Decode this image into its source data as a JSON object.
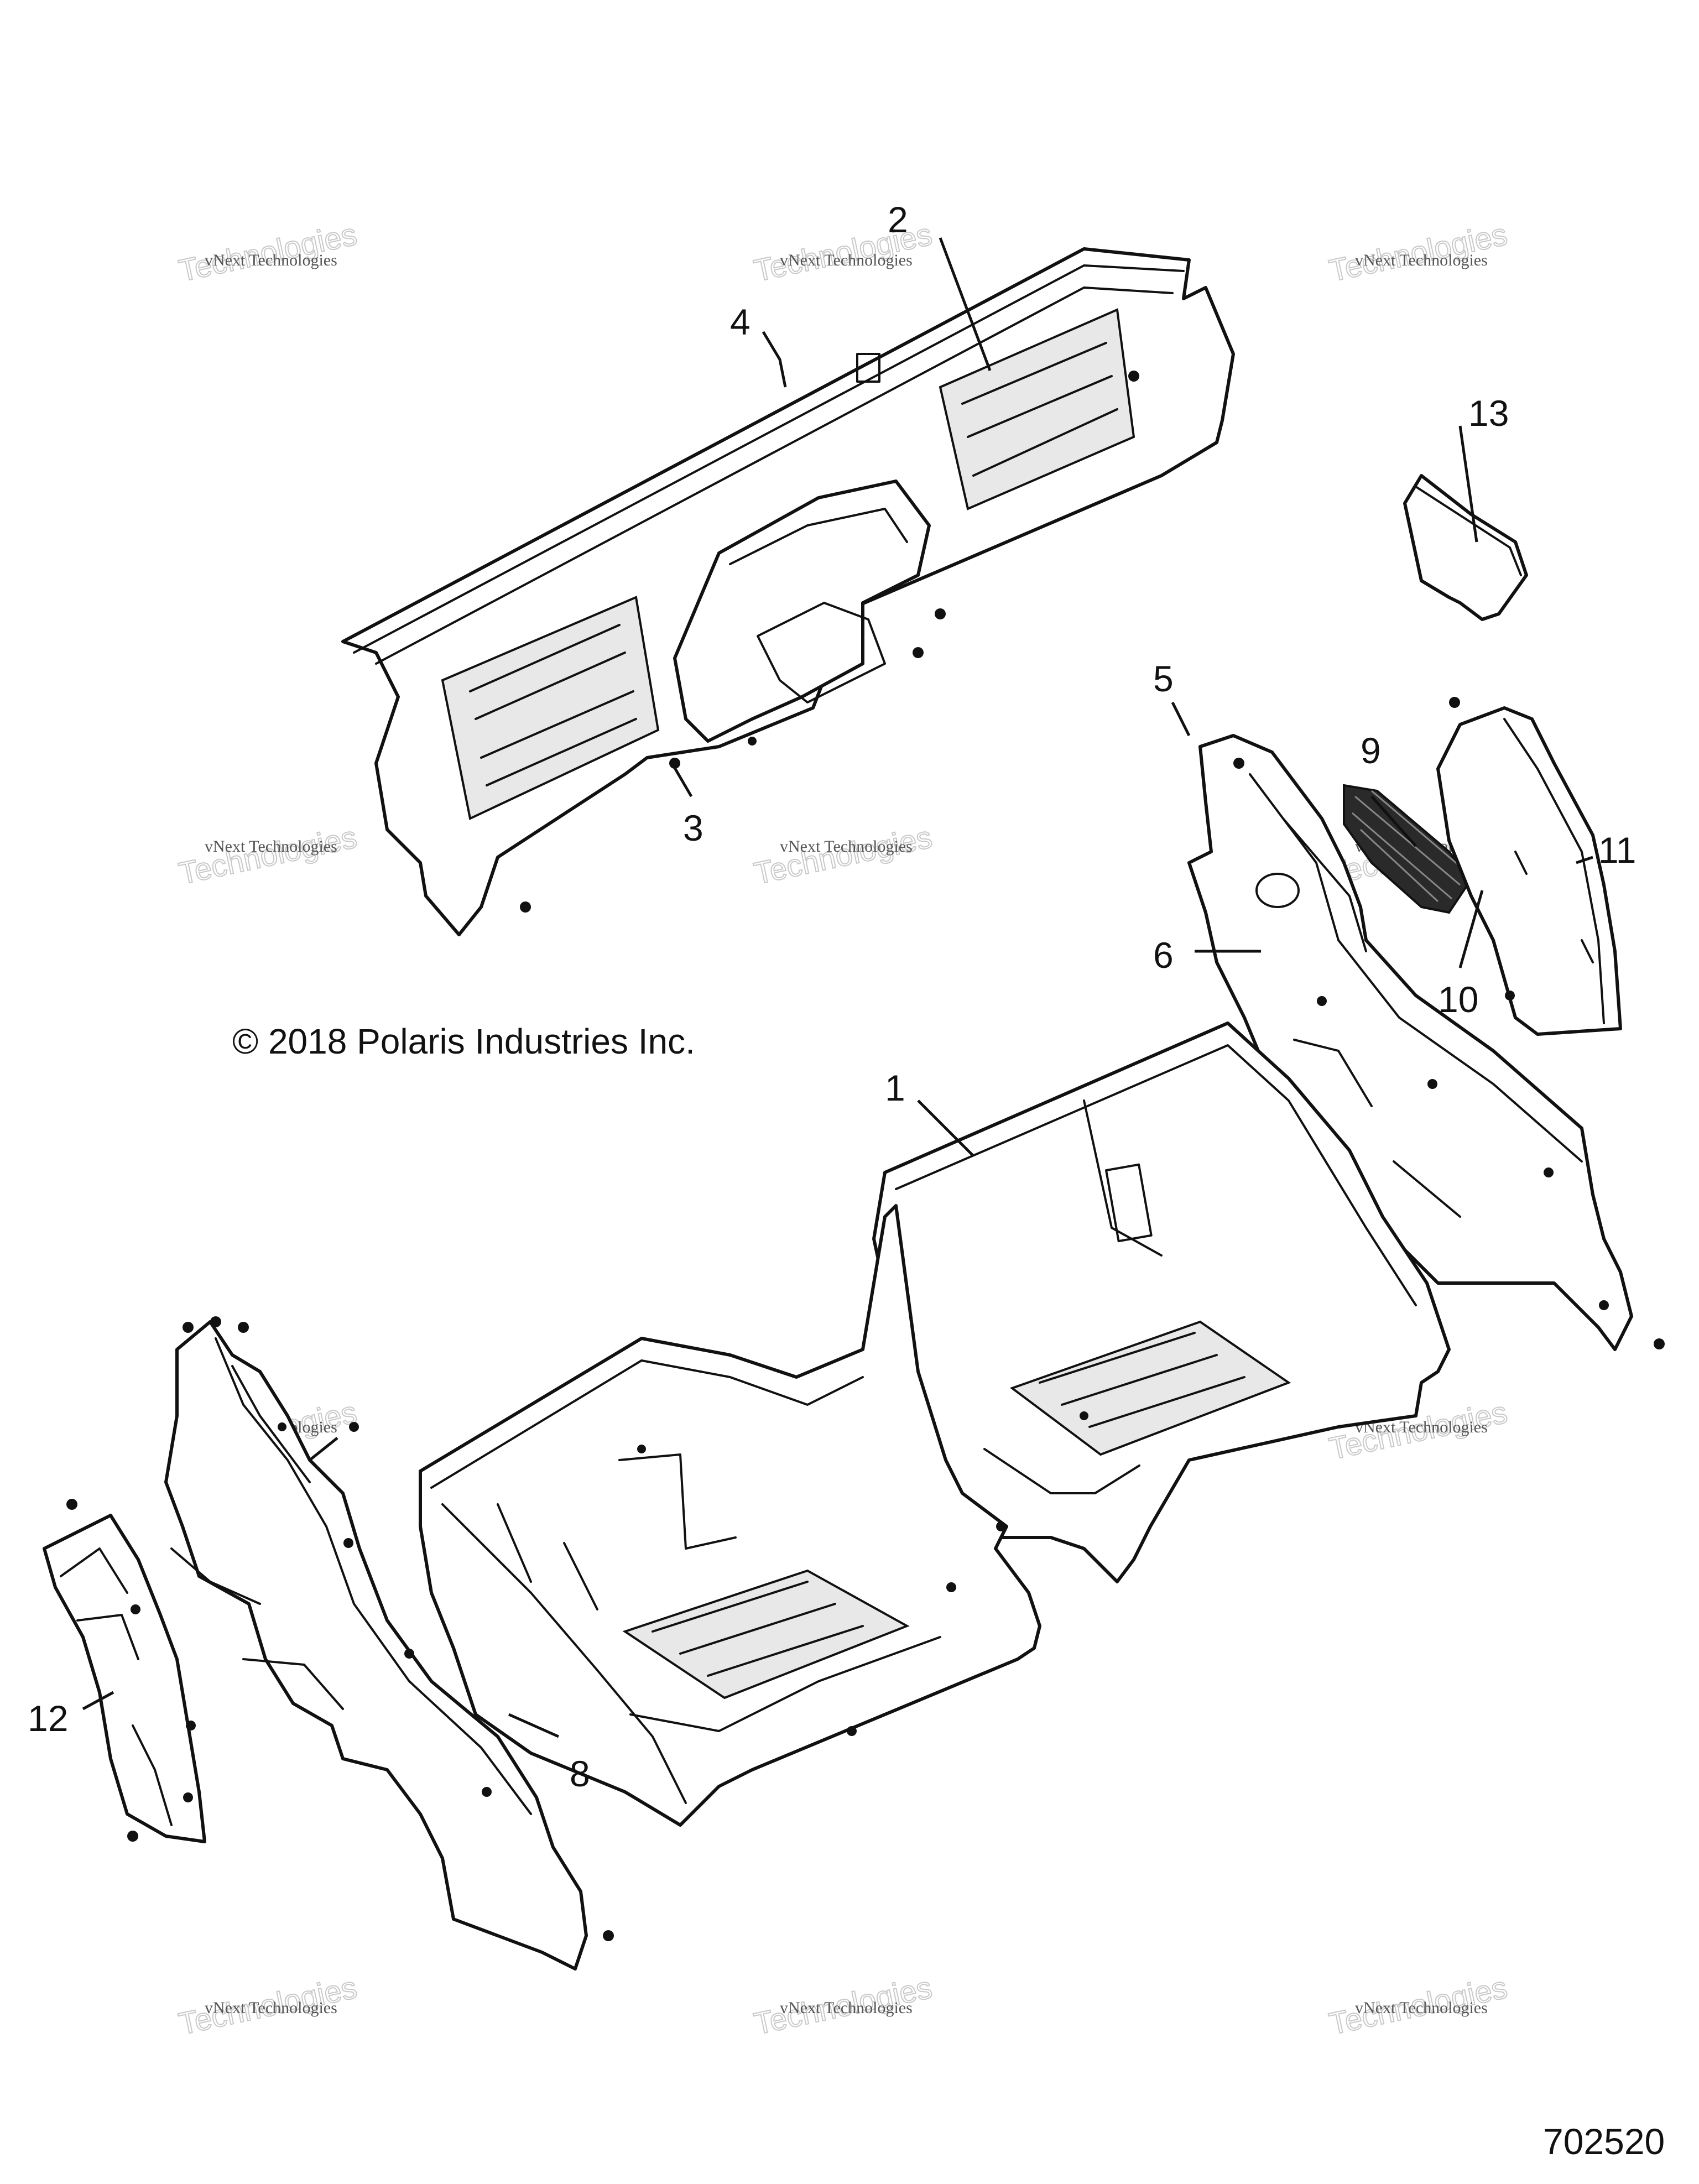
{
  "copyright": "© 2018 Polaris Industries Inc.",
  "figure_number": "702520",
  "watermark": {
    "line1": "vNext Technologies",
    "line2": "Technologies"
  },
  "callouts": {
    "c1": "1",
    "c2": "2",
    "c3": "3",
    "c4": "4",
    "c5": "5",
    "c6": "6",
    "c8": "8",
    "c9": "9",
    "c10": "10",
    "c11": "11",
    "c12": "12",
    "c13": "13"
  }
}
